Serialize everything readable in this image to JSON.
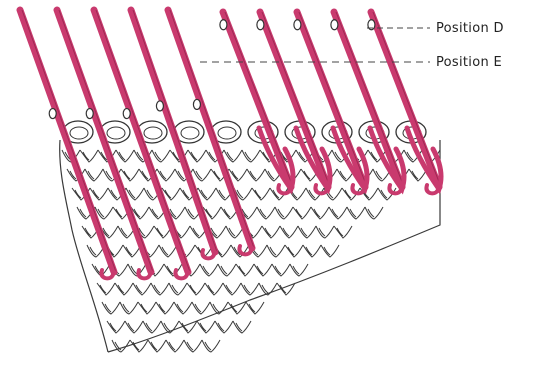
{
  "labels": {
    "position_d": "Position D",
    "position_e": "Position E"
  },
  "colors": {
    "needle": "#c93a6e",
    "needle_dark": "#8e2149",
    "fabric_line": "#3a3a3a",
    "leader_line": "#444444",
    "background": "#ffffff"
  },
  "needles": {
    "count": 10,
    "raised_to_position_d": 5,
    "raised_to_position_e": 5
  }
}
